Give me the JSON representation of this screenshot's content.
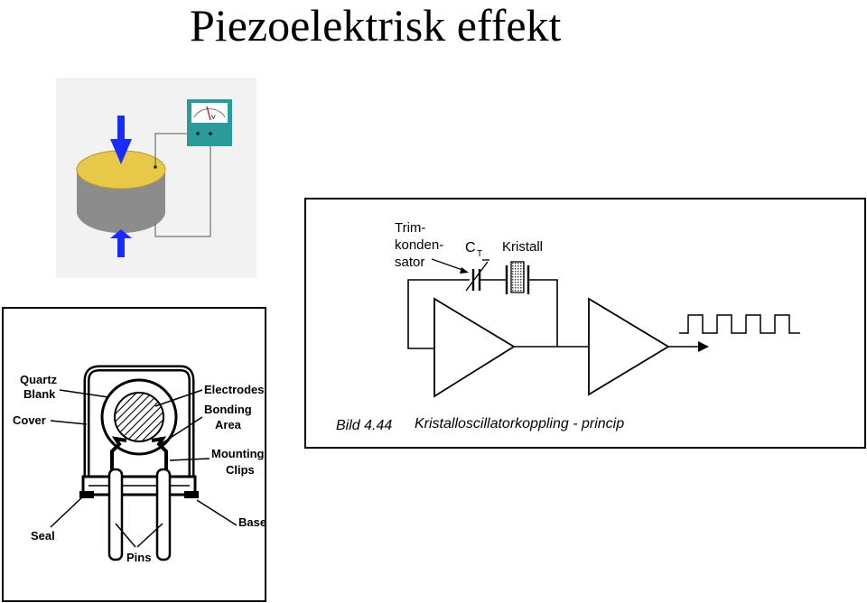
{
  "page": {
    "title": "Piezoelektrisk effekt"
  },
  "piezo_figure": {
    "meter_unit": "V"
  },
  "oscillator_figure": {
    "label_trim_1": "Trim-",
    "label_trim_2": "konden-",
    "label_trim_3": "sator",
    "label_ct_main": "C",
    "label_ct_sub": "T",
    "label_crystal": "Kristall",
    "caption_number": "Bild 4.44",
    "caption_text": "Kristalloscillatorkoppling - princip"
  },
  "crystal_figure": {
    "label_quartz_1": "Quartz",
    "label_quartz_2": "Blank",
    "label_cover": "Cover",
    "label_electrodes": "Electrodes",
    "label_bonding_1": "Bonding",
    "label_bonding_2": "Area",
    "label_mounting_1": "Mounting",
    "label_mounting_2": "Clips",
    "label_base": "Base",
    "label_seal": "Seal",
    "label_pins": "Pins"
  },
  "colors": {
    "arrow_blue": "#1a2bff",
    "disc_top": "#e8c848",
    "disc_side": "#8c8c8c",
    "meter_teal": "#2a9a9a"
  }
}
